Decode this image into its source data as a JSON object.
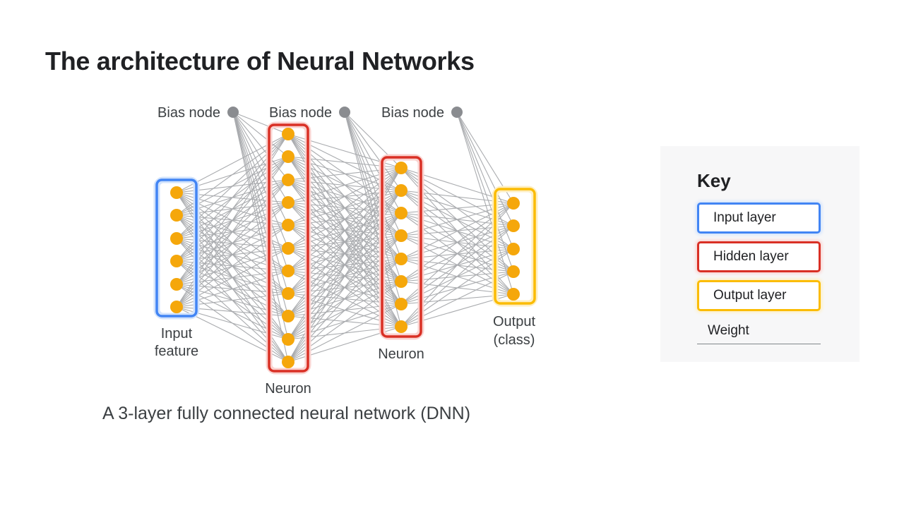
{
  "title": "The architecture of Neural Networks",
  "caption": "A 3-layer fully connected neural network (DNN)",
  "colors": {
    "background": "#ffffff",
    "title_text": "#202124",
    "label_text": "#3c4043",
    "node_fill": "#f5a70b",
    "bias_fill": "#8a8c90",
    "connection": "#9b9da1",
    "key_panel_bg": "#f7f7f8",
    "weight_line": "#80868b"
  },
  "diagram": {
    "bias_nodes": [
      {
        "label": "Bias node"
      },
      {
        "label": "Bias node"
      },
      {
        "label": "Bias node"
      }
    ],
    "layers": [
      {
        "name": "input-layer",
        "type": "input",
        "nodes": 6,
        "border": "#4285f4",
        "glow": "#d2e3fc",
        "label_lines": [
          "Input",
          "feature"
        ]
      },
      {
        "name": "hidden-layer-1",
        "type": "hidden",
        "nodes": 11,
        "border": "#d93025",
        "glow": "#fad2cf",
        "label_lines": [
          "Neuron"
        ]
      },
      {
        "name": "hidden-layer-2",
        "type": "hidden",
        "nodes": 8,
        "border": "#d93025",
        "glow": "#fad2cf",
        "label_lines": [
          "Neuron"
        ]
      },
      {
        "name": "output-layer",
        "type": "output",
        "nodes": 5,
        "border": "#fbbc04",
        "glow": "#feefc3",
        "label_lines": [
          "Output",
          "(class)"
        ]
      }
    ],
    "fully_connected": true
  },
  "key": {
    "heading": "Key",
    "items": [
      {
        "label": "Input layer",
        "border": "#4285f4",
        "glow": "#d2e3fc"
      },
      {
        "label": "Hidden layer",
        "border": "#d93025",
        "glow": "#fad2cf"
      },
      {
        "label": "Output layer",
        "border": "#fbbc04",
        "glow": "#feefc3"
      }
    ],
    "weight_label": "Weight"
  }
}
